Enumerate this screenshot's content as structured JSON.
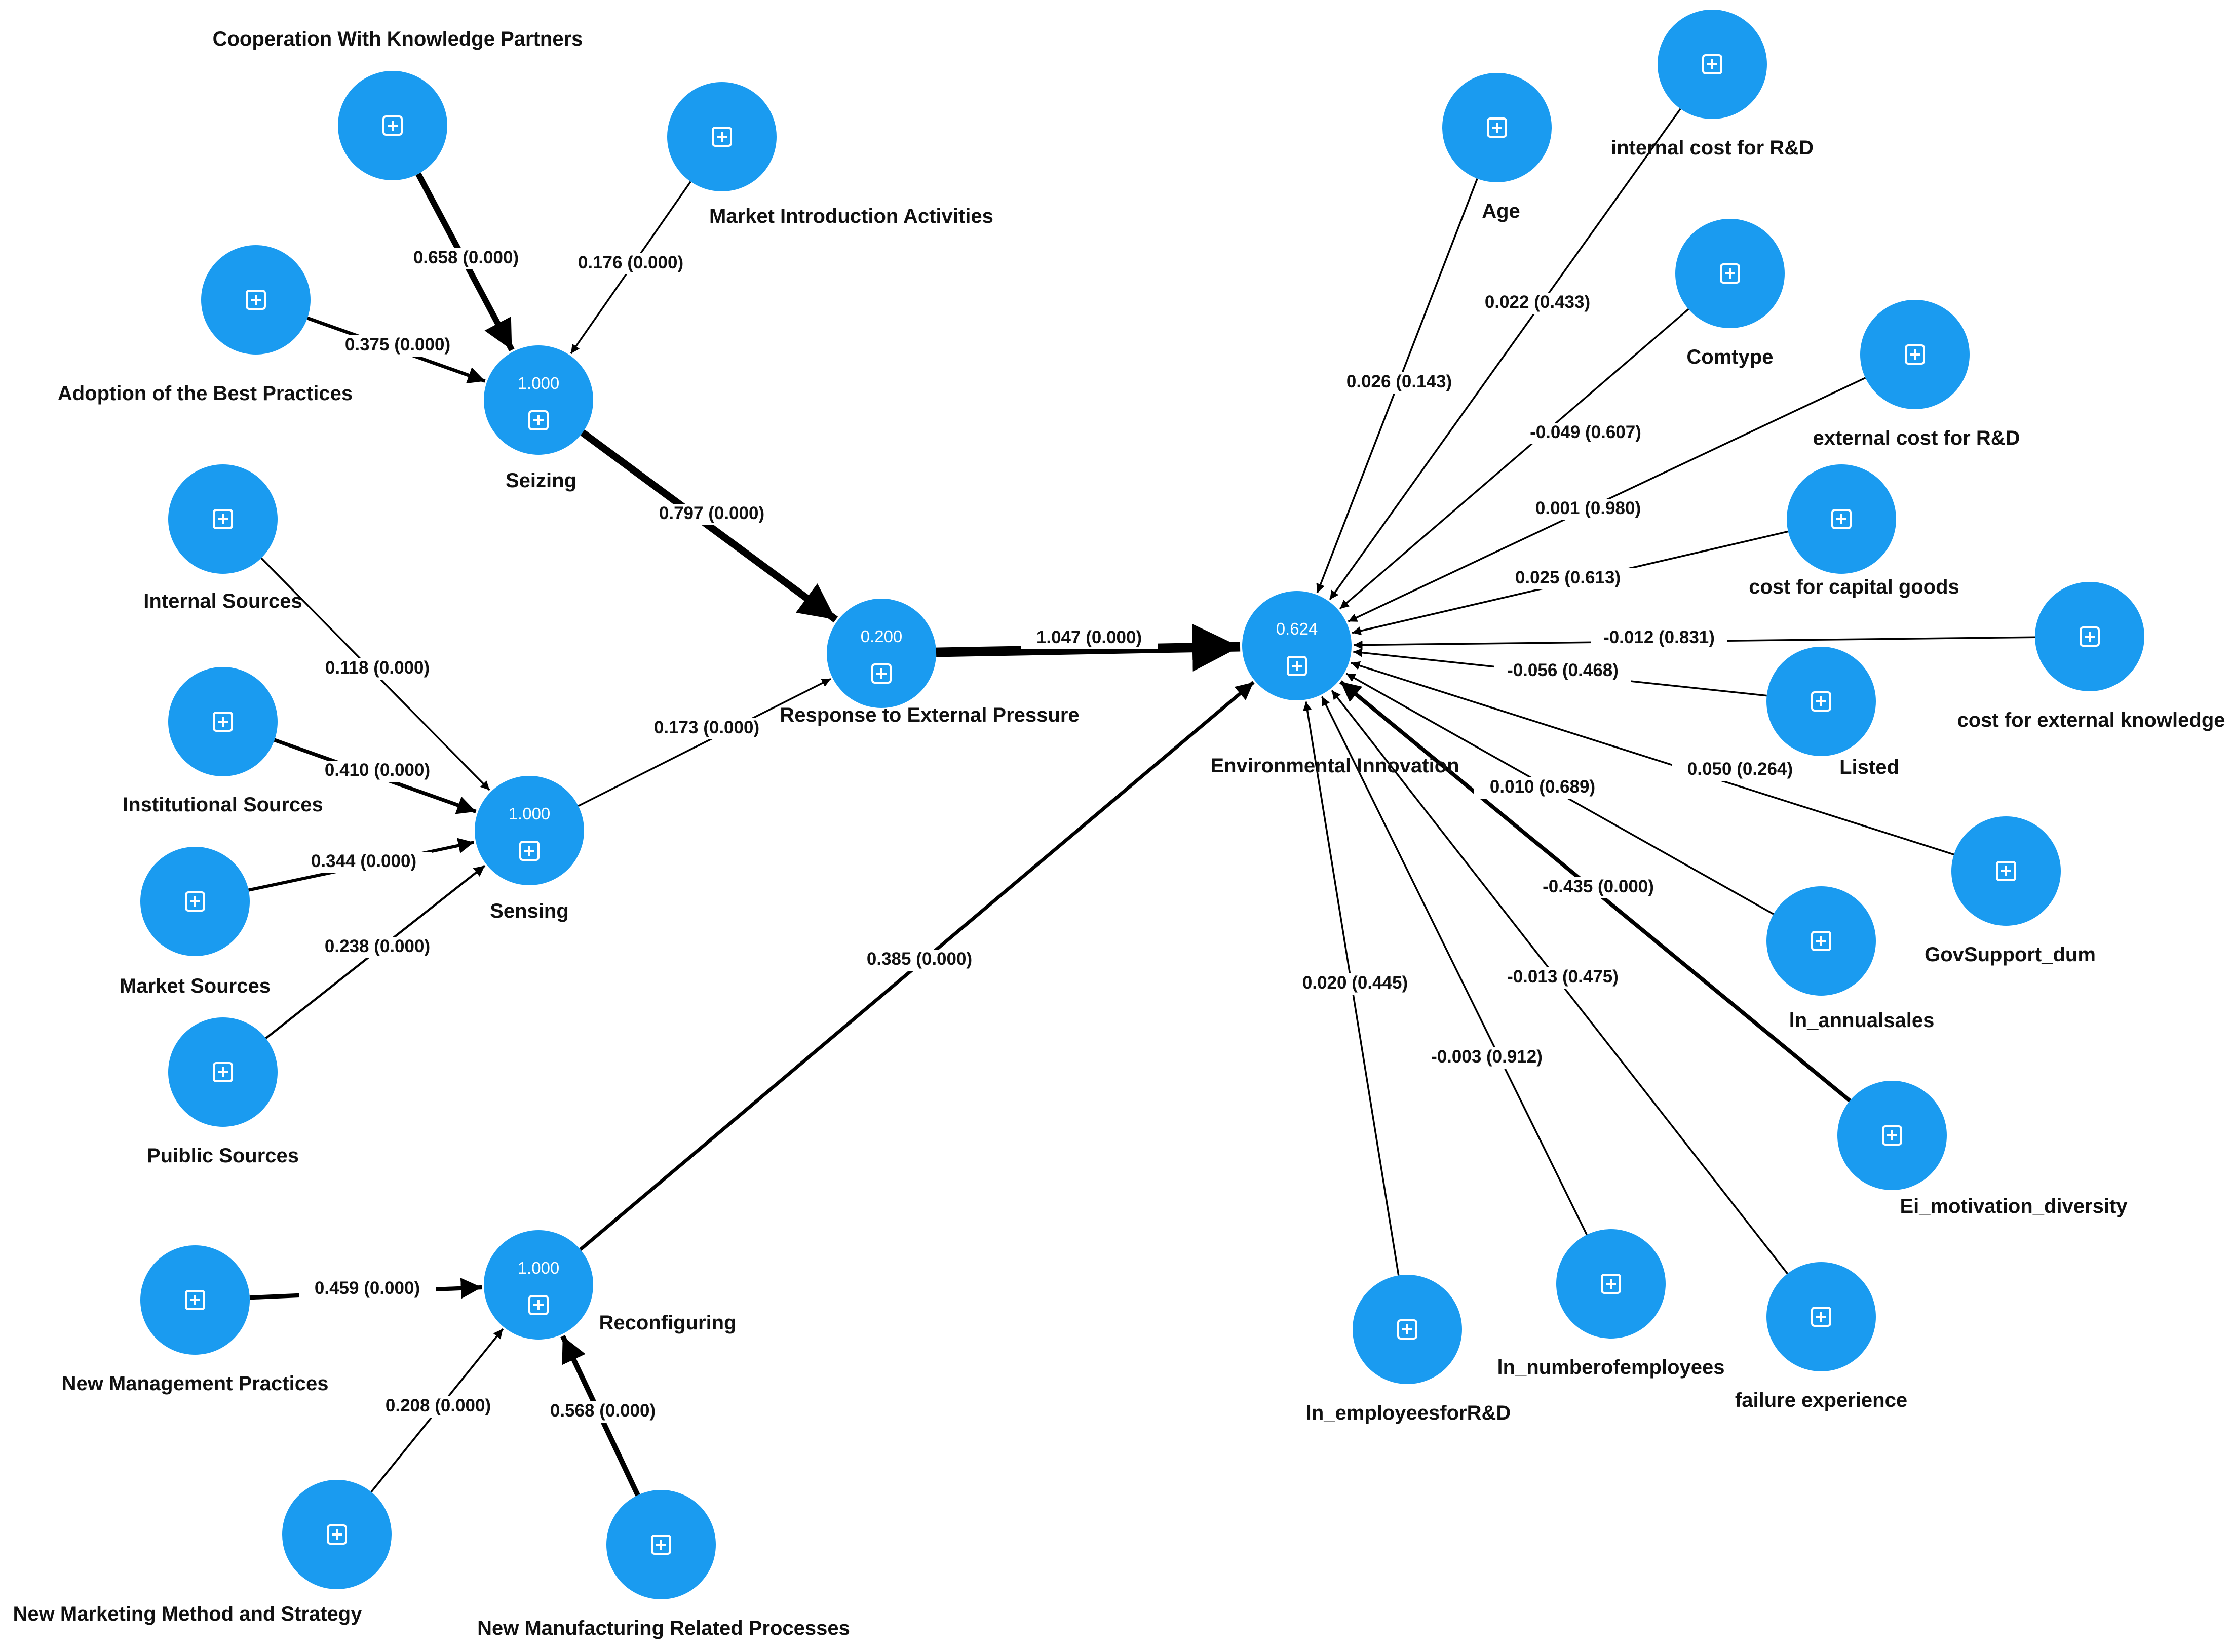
{
  "style": {
    "node_color": "#1a9bf0",
    "edge_color": "#000000",
    "background": "#ffffff"
  },
  "node_icon": "plus-square-icon",
  "nodes": [
    {
      "id": "ckp",
      "label": "Cooperation With Knowledge Partners"
    },
    {
      "id": "mia",
      "label": "Market Introduction Activities"
    },
    {
      "id": "abp",
      "label": "Adoption of the Best Practices"
    },
    {
      "id": "seizing",
      "label": "Seizing",
      "r2": "1.000"
    },
    {
      "id": "is",
      "label": "Internal Sources"
    },
    {
      "id": "ins",
      "label": "Institutional Sources"
    },
    {
      "id": "ms",
      "label": "Market Sources"
    },
    {
      "id": "ps",
      "label": "Puiblic Sources"
    },
    {
      "id": "sensing",
      "label": "Sensing",
      "r2": "1.000"
    },
    {
      "id": "rep",
      "label": "Response to External Pressure",
      "r2": "0.200"
    },
    {
      "id": "nmp",
      "label": "New Management Practices"
    },
    {
      "id": "nmms",
      "label": "New Marketing Method and Strategy"
    },
    {
      "id": "nmrp",
      "label": "New Manufacturing Related Processes"
    },
    {
      "id": "reconf",
      "label": "Reconfiguring",
      "r2": "1.000"
    },
    {
      "id": "ei",
      "label": "Environmental Innovation",
      "r2": "0.624"
    },
    {
      "id": "age",
      "label": "Age"
    },
    {
      "id": "icrd",
      "label": "internal cost for R&D"
    },
    {
      "id": "comtype",
      "label": "Comtype"
    },
    {
      "id": "ecrd",
      "label": "external cost for R&D"
    },
    {
      "id": "ccg",
      "label": "cost for capital goods"
    },
    {
      "id": "cek",
      "label": "cost for external knowledge"
    },
    {
      "id": "listed",
      "label": "Listed"
    },
    {
      "id": "gov",
      "label": "GovSupport_dum"
    },
    {
      "id": "sales",
      "label": "ln_annualsales"
    },
    {
      "id": "eim",
      "label": "Ei_motivation_diversity"
    },
    {
      "id": "fail",
      "label": "failure experience"
    },
    {
      "id": "numemp",
      "label": "ln_numberofemployees"
    },
    {
      "id": "emprd",
      "label": "ln_employeesforR&D"
    }
  ],
  "edges": [
    {
      "from": "ckp",
      "to": "seizing",
      "label": "0.658 (0.000)",
      "coef": 0.658
    },
    {
      "from": "mia",
      "to": "seizing",
      "label": "0.176 (0.000)",
      "coef": 0.176
    },
    {
      "from": "abp",
      "to": "seizing",
      "label": "0.375 (0.000)",
      "coef": 0.375
    },
    {
      "from": "seizing",
      "to": "rep",
      "label": "0.797 (0.000)",
      "coef": 0.797
    },
    {
      "from": "is",
      "to": "sensing",
      "label": "0.118 (0.000)",
      "coef": 0.118
    },
    {
      "from": "ins",
      "to": "sensing",
      "label": "0.410 (0.000)",
      "coef": 0.41
    },
    {
      "from": "ms",
      "to": "sensing",
      "label": "0.344 (0.000)",
      "coef": 0.344
    },
    {
      "from": "ps",
      "to": "sensing",
      "label": "0.238 (0.000)",
      "coef": 0.238
    },
    {
      "from": "sensing",
      "to": "rep",
      "label": "0.173 (0.000)",
      "coef": 0.173
    },
    {
      "from": "rep",
      "to": "ei",
      "label": "1.047 (0.000)",
      "coef": 1.047
    },
    {
      "from": "nmp",
      "to": "reconf",
      "label": "0.459 (0.000)",
      "coef": 0.459
    },
    {
      "from": "nmms",
      "to": "reconf",
      "label": "0.208 (0.000)",
      "coef": 0.208
    },
    {
      "from": "nmrp",
      "to": "reconf",
      "label": "0.568 (0.000)",
      "coef": 0.568
    },
    {
      "from": "reconf",
      "to": "ei",
      "label": "0.385 (0.000)",
      "coef": 0.385
    },
    {
      "from": "age",
      "to": "ei",
      "label": "0.026 (0.143)",
      "coef": 0.026
    },
    {
      "from": "icrd",
      "to": "ei",
      "label": "0.022 (0.433)",
      "coef": 0.022
    },
    {
      "from": "comtype",
      "to": "ei",
      "label": "-0.049 (0.607)",
      "coef": -0.049
    },
    {
      "from": "ecrd",
      "to": "ei",
      "label": "0.001 (0.980)",
      "coef": 0.001
    },
    {
      "from": "ccg",
      "to": "ei",
      "label": "0.025 (0.613)",
      "coef": 0.025
    },
    {
      "from": "cek",
      "to": "ei",
      "label": "-0.012 (0.831)",
      "coef": -0.012
    },
    {
      "from": "listed",
      "to": "ei",
      "label": "-0.056 (0.468)",
      "coef": -0.056
    },
    {
      "from": "gov",
      "to": "ei",
      "label": "0.050 (0.264)",
      "coef": 0.05
    },
    {
      "from": "sales",
      "to": "ei",
      "label": "0.010 (0.689)",
      "coef": 0.01
    },
    {
      "from": "eim",
      "to": "ei",
      "label": "-0.435 (0.000)",
      "coef": -0.435
    },
    {
      "from": "fail",
      "to": "ei",
      "label": "-0.013 (0.475)",
      "coef": -0.013
    },
    {
      "from": "numemp",
      "to": "ei",
      "label": "-0.003 (0.912)",
      "coef": -0.003
    },
    {
      "from": "emprd",
      "to": "ei",
      "label": "0.020 (0.445)",
      "coef": 0.02
    }
  ]
}
